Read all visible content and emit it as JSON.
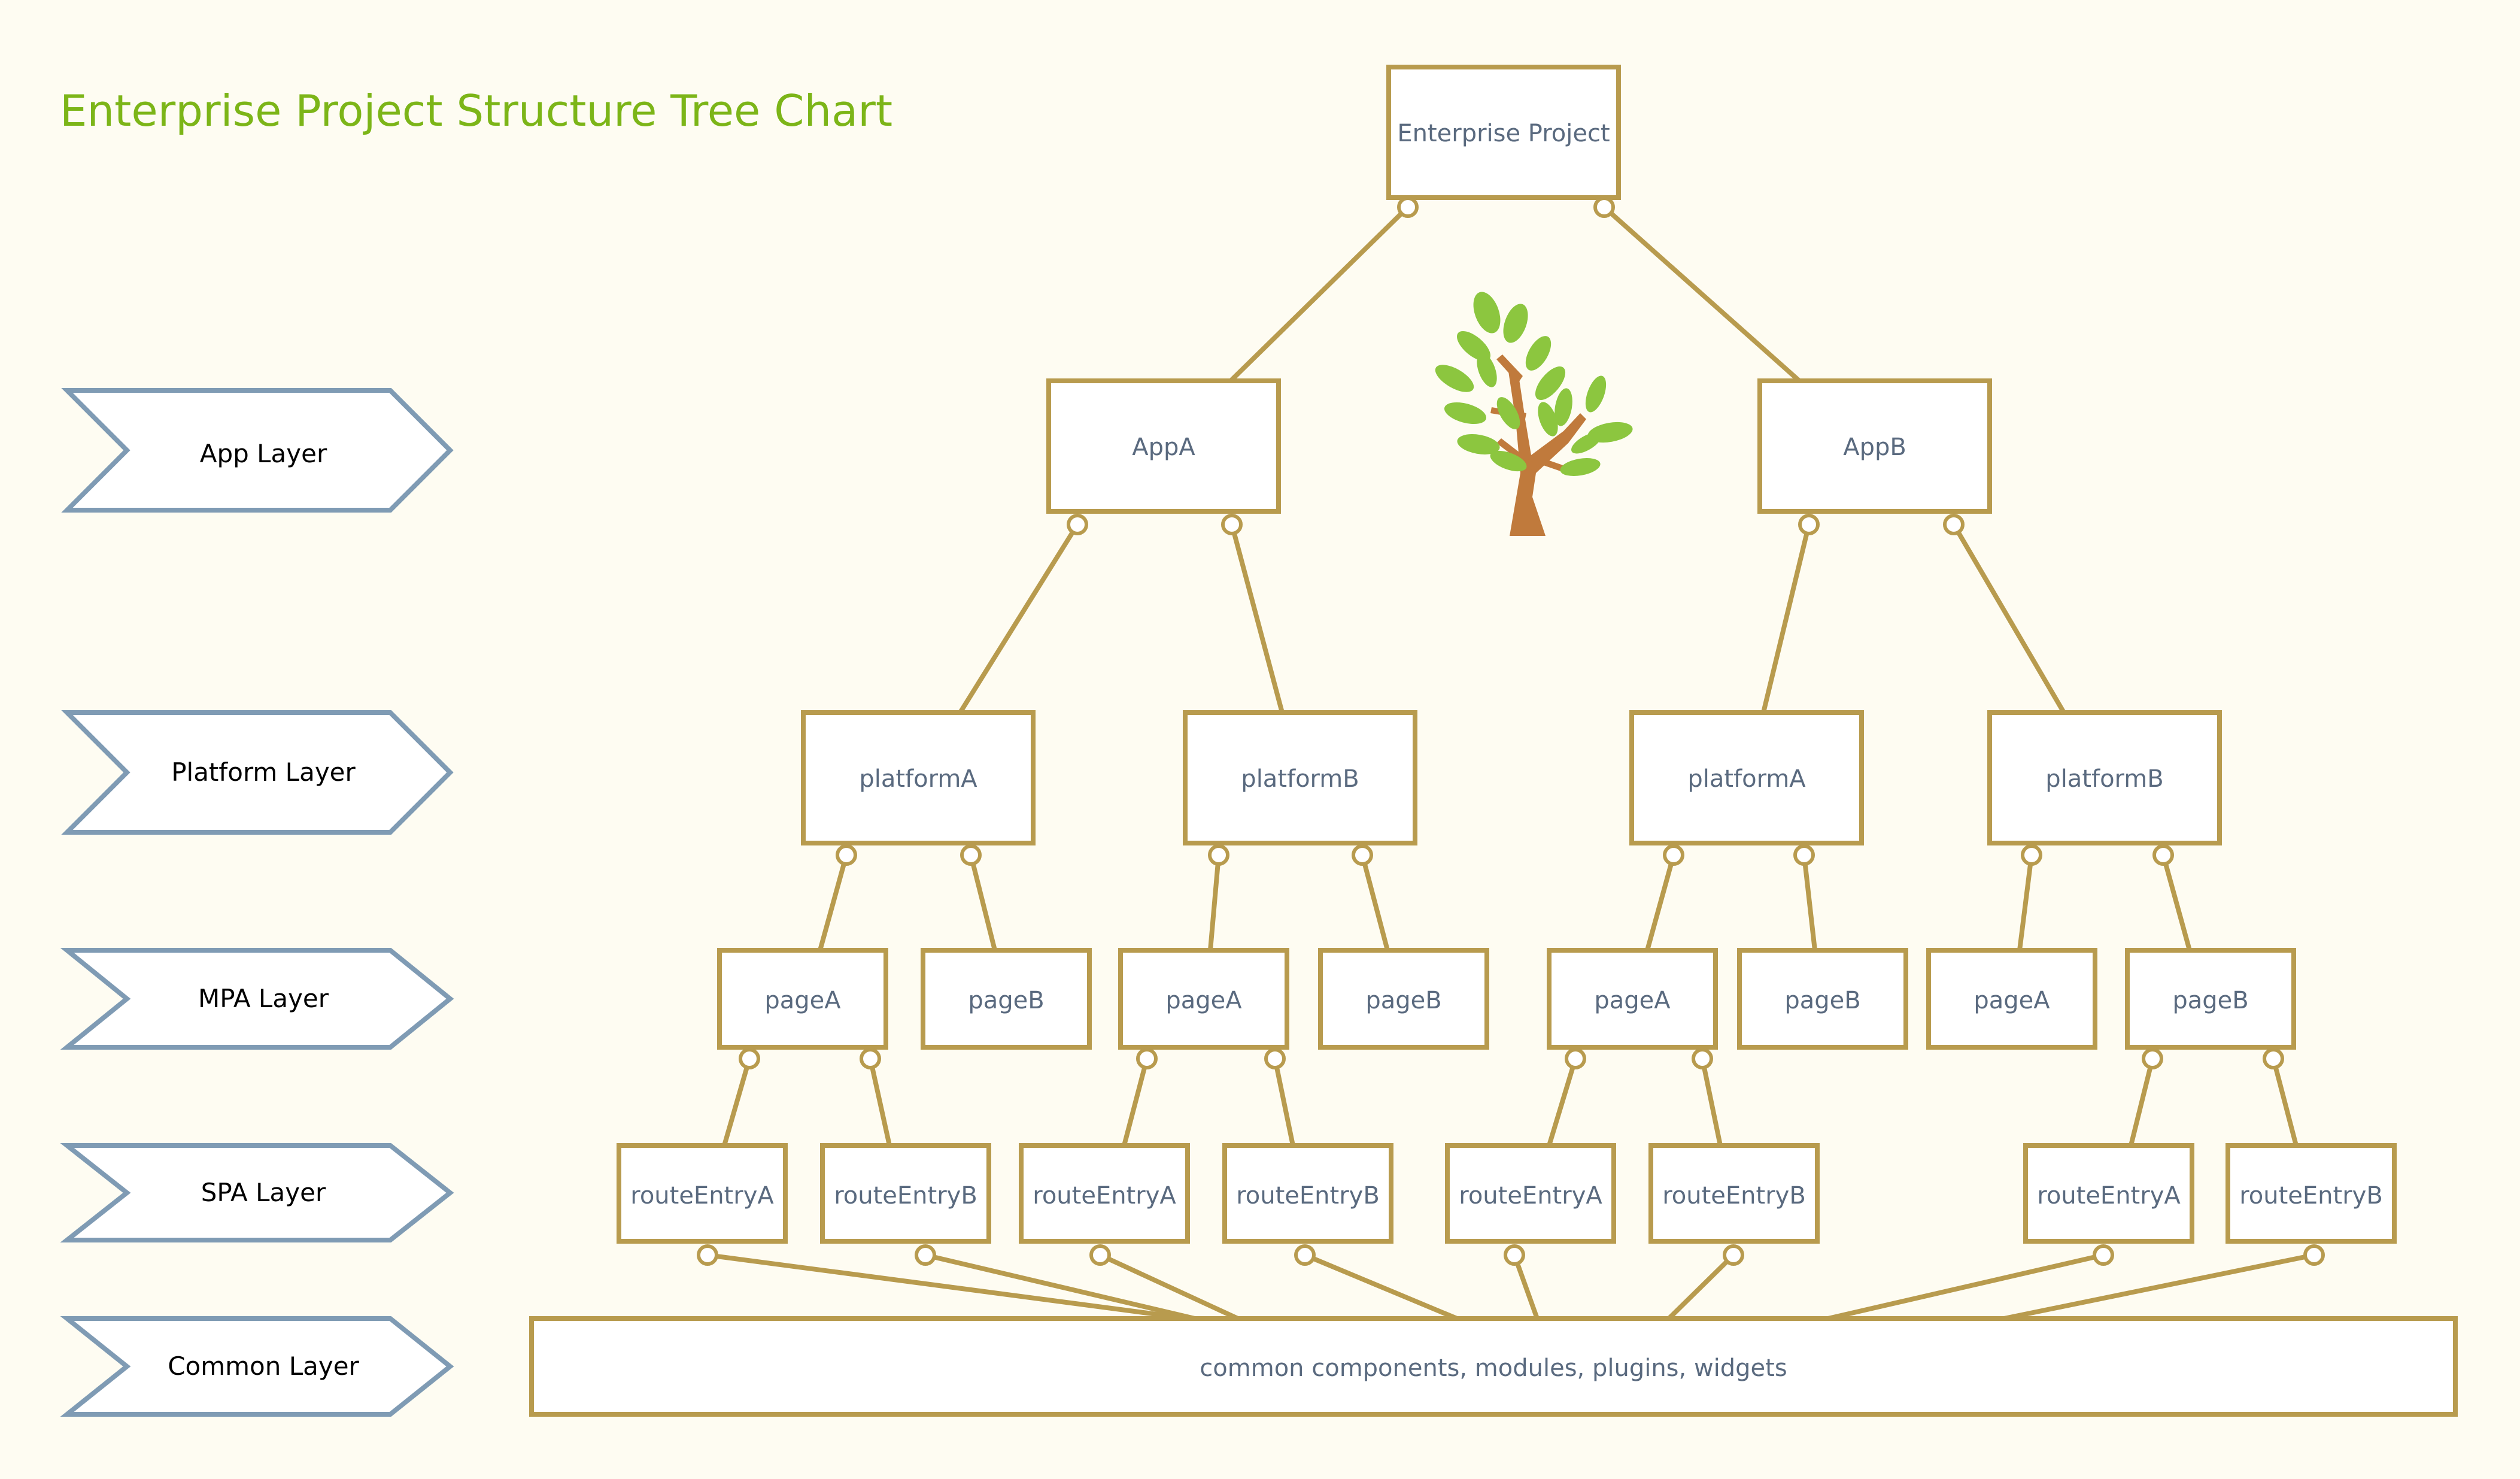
{
  "title": "Enterprise Project Structure Tree Chart",
  "colors": {
    "background": "#fefcf2",
    "title": "#7cb518",
    "node_border": "#b89b4e",
    "node_fill": "#ffffff",
    "node_text": "#5a6a7f",
    "connector": "#b89b4e",
    "layer_border": "#7f9bb4",
    "layer_text": "#000000",
    "tree_trunk": "#c07a3c",
    "tree_leaf": "#8cc63f"
  },
  "layers": [
    {
      "id": "app",
      "label": "App Layer"
    },
    {
      "id": "platform",
      "label": "Platform Layer"
    },
    {
      "id": "mpa",
      "label": "MPA Layer"
    },
    {
      "id": "spa",
      "label": "SPA Layer"
    },
    {
      "id": "common",
      "label": "Common Layer"
    }
  ],
  "nodes": {
    "root": {
      "label": "Enterprise Project"
    },
    "appA": {
      "label": "AppA"
    },
    "appB": {
      "label": "AppB"
    },
    "appA_platformA": {
      "label": "platformA"
    },
    "appA_platformB": {
      "label": "platformB"
    },
    "appB_platformA": {
      "label": "platformA"
    },
    "appB_platformB": {
      "label": "platformB"
    },
    "p1_pageA": {
      "label": "pageA"
    },
    "p1_pageB": {
      "label": "pageB"
    },
    "p2_pageA": {
      "label": "pageA"
    },
    "p2_pageB": {
      "label": "pageB"
    },
    "p3_pageA": {
      "label": "pageA"
    },
    "p3_pageB": {
      "label": "pageB"
    },
    "p4_pageA": {
      "label": "pageA"
    },
    "p4_pageB": {
      "label": "pageB"
    },
    "r1": {
      "label": "routeEntryA"
    },
    "r2": {
      "label": "routeEntryB"
    },
    "r3": {
      "label": "routeEntryA"
    },
    "r4": {
      "label": "routeEntryB"
    },
    "r5": {
      "label": "routeEntryA"
    },
    "r6": {
      "label": "routeEntryB"
    },
    "r7": {
      "label": "routeEntryA"
    },
    "r8": {
      "label": "routeEntryB"
    },
    "common": {
      "label": "common components, modules, plugins, widgets"
    }
  }
}
